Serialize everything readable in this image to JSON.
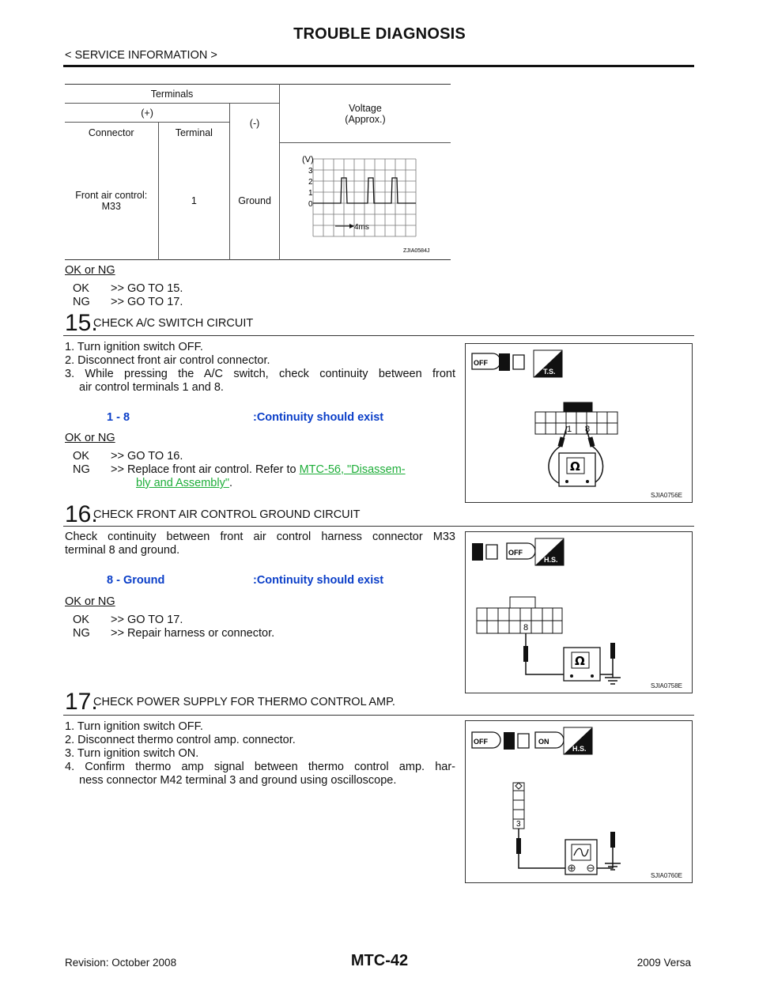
{
  "header": {
    "title": "TROUBLE DIAGNOSIS",
    "subtitle": "< SERVICE INFORMATION >"
  },
  "table": {
    "terminals": "Terminals",
    "plus": "(+)",
    "minus": "(-)",
    "voltage_line1": "Voltage",
    "voltage_line2": "(Approx.)",
    "col_connector": "Connector",
    "col_terminal": "Terminal",
    "row_connector_line1": "Front air control:",
    "row_connector_line2": "M33",
    "row_terminal": "1",
    "row_minus": "Ground",
    "waveform": {
      "unit": "(V)",
      "y_ticks": [
        "3",
        "2",
        "1",
        "0"
      ],
      "time_label": "4ms",
      "figure_id": "ZJIA0584J"
    }
  },
  "step14": {
    "ok_ng_label": "OK or NG",
    "ok_code": "OK",
    "ok_text": ">> GO TO 15.",
    "ng_code": "NG",
    "ng_text": ">> GO TO 17."
  },
  "step15": {
    "number": "15.",
    "title": "CHECK A/C SWITCH CIRCUIT",
    "items": [
      "1. Turn ignition switch OFF.",
      "2. Disconnect front air control connector.",
      "3. While pressing the A/C switch, check continuity between front"
    ],
    "item3_cont": "air control terminals 1 and 8.",
    "spec_left": "1 - 8",
    "spec_right": ":Continuity should exist",
    "ok_ng_label": "OK or NG",
    "ok_code": "OK",
    "ok_text": ">> GO TO 16.",
    "ng_code": "NG",
    "ng_text": ">> Replace front air control. Refer to",
    "ng_link1": "MTC-56, \"Disassem-",
    "ng_link2": "bly and Assembly\"",
    "ng_end": ".",
    "figure": {
      "off_label": "OFF",
      "ts_label": "T.S.",
      "pin1": "1",
      "pin8": "8",
      "ohm": "Ω",
      "figure_id": "SJIA0756E"
    }
  },
  "step16": {
    "number": "16.",
    "title": "CHECK FRONT AIR CONTROL GROUND CIRCUIT",
    "body_line1": "Check continuity between front air control harness connector M33",
    "body_line2": "terminal 8 and ground.",
    "spec_left": "8 - Ground",
    "spec_right": ":Continuity should exist",
    "ok_ng_label": "OK or NG",
    "ok_code": "OK",
    "ok_text": ">> GO TO 17.",
    "ng_code": "NG",
    "ng_text": ">> Repair harness or connector.",
    "figure": {
      "off_label": "OFF",
      "hs_label": "H.S.",
      "pin8": "8",
      "ohm": "Ω",
      "figure_id": "SJIA0758E"
    }
  },
  "step17": {
    "number": "17.",
    "title": "CHECK POWER SUPPLY FOR THERMO CONTROL AMP.",
    "items": [
      "1. Turn ignition switch OFF.",
      "2. Disconnect thermo control amp. connector.",
      "3. Turn ignition switch ON.",
      "4. Confirm thermo amp signal between thermo control amp. har-"
    ],
    "item4_cont": "ness connector M42 terminal 3 and ground using oscilloscope.",
    "figure": {
      "off_label": "OFF",
      "on_label": "ON",
      "hs_label": "H.S.",
      "pin3": "3",
      "figure_id": "SJIA0760E"
    }
  },
  "footer": {
    "revision": "Revision: October 2008",
    "page": "MTC-42",
    "model": "2009 Versa"
  }
}
